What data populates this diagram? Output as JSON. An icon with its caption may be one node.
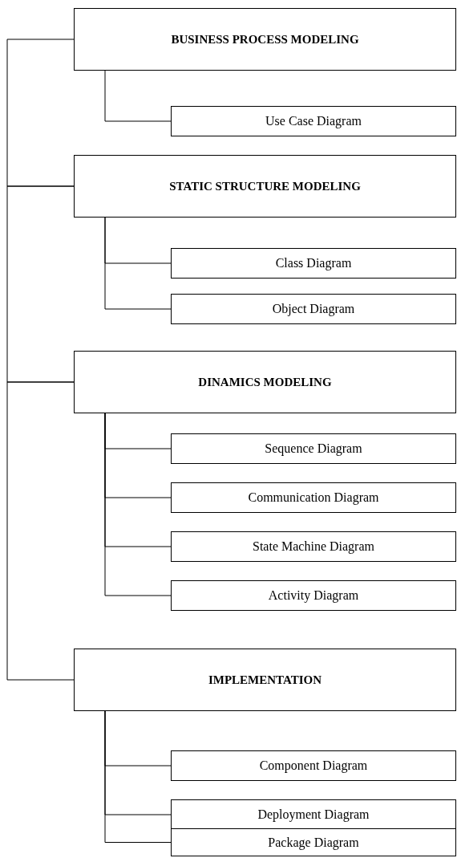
{
  "diagram": {
    "nodes": [
      {
        "text": [
          "BUSINESS PROCESS MODELING"
        ]
      },
      {
        "text": [
          "Use Case Diagram"
        ]
      },
      {
        "text": [
          "STATIC STRUCTURE MODELING"
        ]
      },
      {
        "text": [
          "Class Diagram"
        ]
      },
      {
        "text": [
          "Object Diagram"
        ]
      },
      {
        "text": [
          "DINAMICS MODELING"
        ]
      },
      {
        "text": [
          "Sequence Diagram"
        ]
      },
      {
        "text": [
          "Communication Diagram"
        ]
      },
      {
        "text": [
          "State Machine Diagram"
        ]
      },
      {
        "text": [
          "Activity Diagram"
        ]
      },
      {
        "text": [
          "IMPLEMENTATION"
        ]
      },
      {
        "text": [
          "Component Diagram"
        ]
      },
      {
        "text": [
          "Deployment Diagram"
        ]
      },
      {
        "text": [
          "Package Diagram"
        ]
      }
    ],
    "edges": [
      {
        "from": 0,
        "to": 2,
        "arrow": "none"
      },
      {
        "from": 2,
        "to": 5,
        "arrow": "none"
      },
      {
        "from": 5,
        "to": 10,
        "arrow": "none"
      },
      {
        "from": 0,
        "to": 1,
        "arrow": "none"
      },
      {
        "from": 2,
        "to": 3,
        "arrow": "none"
      },
      {
        "from": 2,
        "to": 4,
        "arrow": "none"
      },
      {
        "from": 5,
        "to": 6,
        "arrow": "none"
      },
      {
        "from": 5,
        "to": 7,
        "arrow": "none"
      },
      {
        "from": 5,
        "to": 8,
        "arrow": "none"
      },
      {
        "from": 5,
        "to": 9,
        "arrow": "none"
      },
      {
        "from": 10,
        "to": 11,
        "arrow": "none"
      },
      {
        "from": 10,
        "to": 12,
        "arrow": "none"
      },
      {
        "from": 10,
        "to": 13,
        "arrow": "none"
      }
    ]
  }
}
